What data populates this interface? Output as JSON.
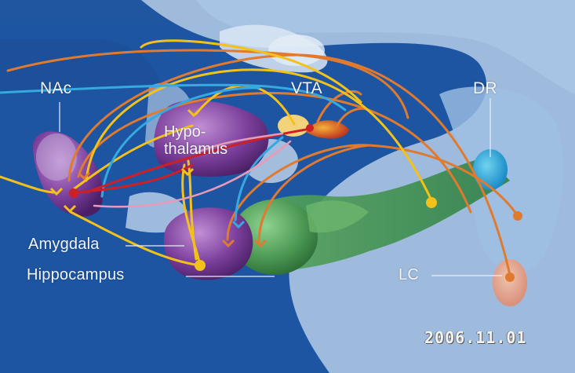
{
  "labels": {
    "nac": "NAc",
    "vta": "VTA",
    "dr": "DR",
    "hypothalamus_line1": "Hypo-",
    "hypothalamus_line2": "thalamus",
    "amygdala": "Amygdala",
    "hippocampus": "Hippocampus",
    "lc": "LC"
  },
  "timestamp": "2006.11.01",
  "colors": {
    "background": "#1b4f9c",
    "dopamine_orange": "#e07a2e",
    "glutamate_yellow": "#f2c21a",
    "gaba_blue": "#35a9e0",
    "red": "#cc1f26",
    "pink": "#e89ab6",
    "region_purple": "#7a3f9a",
    "brainstem_green": "#4d9a55"
  }
}
